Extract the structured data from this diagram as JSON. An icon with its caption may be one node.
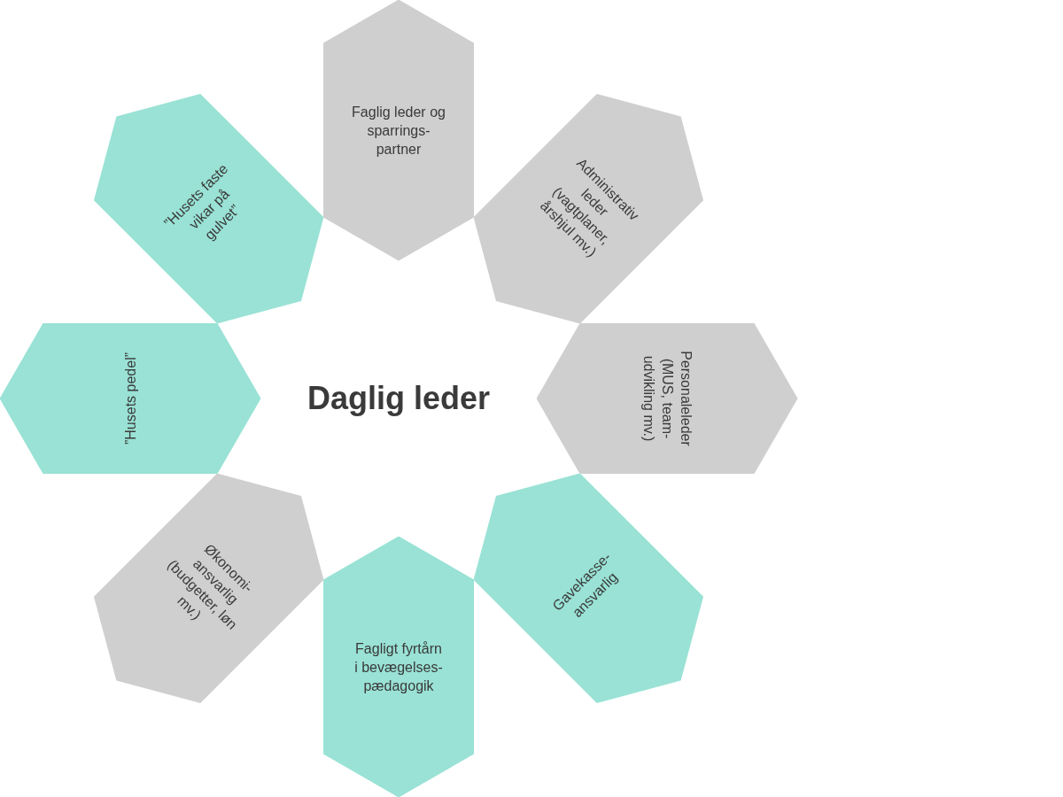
{
  "diagram": {
    "title": "Daglig leder",
    "nodes": [
      {
        "text": [
          "Faglig leder og sparrings- partner"
        ]
      },
      {
        "text": [
          "Administrativ leder (vagtplaner, årshjul mv.)"
        ]
      },
      {
        "text": [
          "Personaleleder (MUS, team- udvikling mv.)"
        ]
      },
      {
        "text": [
          "Gavekasse- ansvarlig"
        ]
      },
      {
        "text": [
          "Fagligt fyrtårn i bevægelses- pædagogik"
        ]
      },
      {
        "text": [
          "Økonomi- ansvarlig (budgetter, løn mv.)"
        ]
      },
      {
        "text": [
          "”Husets pedel”"
        ]
      },
      {
        "text": [
          "”Husets faste vikar på gulvet”"
        ]
      }
    ]
  }
}
